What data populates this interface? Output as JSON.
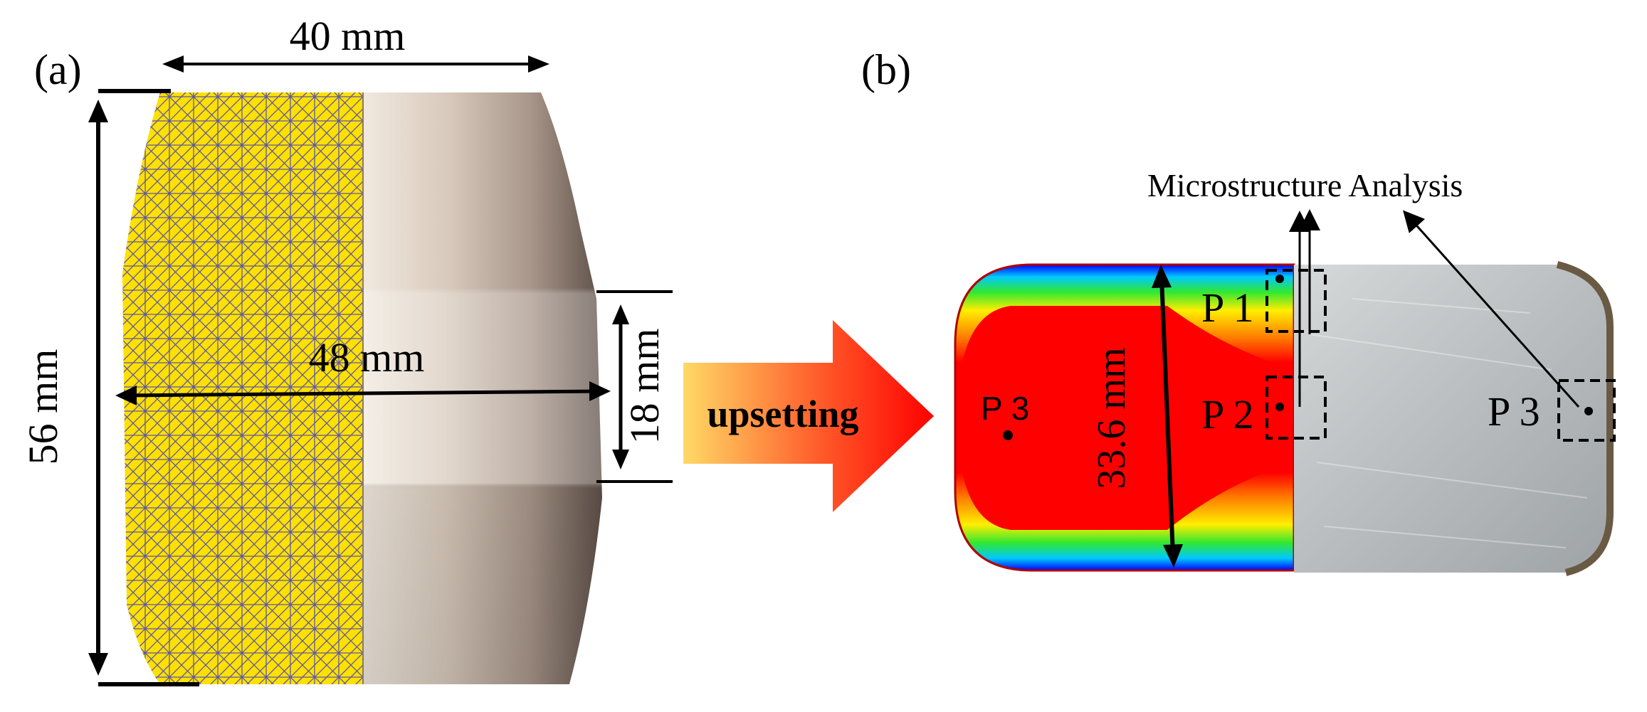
{
  "panels": {
    "a": {
      "label": "(a)",
      "width_label": "40 mm",
      "height_label": "56 mm",
      "bulge_label": "48 mm",
      "band_label": "18 mm"
    },
    "b": {
      "label": "(b)",
      "height_label": "33.6 mm",
      "callout": "Microstructure Analysis",
      "points": {
        "p1": "P 1",
        "p2": "P 2",
        "p3_sim": "P 3",
        "p3_photo": "P 3"
      }
    }
  },
  "process_arrow": {
    "label": "upsetting"
  },
  "colors": {
    "mesh_fill": "#ffe000",
    "mesh_lines": "#3a3ad0",
    "arrow_start": "#ffd966",
    "arrow_end": "#ff0000",
    "contour_hot": "#ff0000",
    "contour_cold": "#0000ff"
  }
}
